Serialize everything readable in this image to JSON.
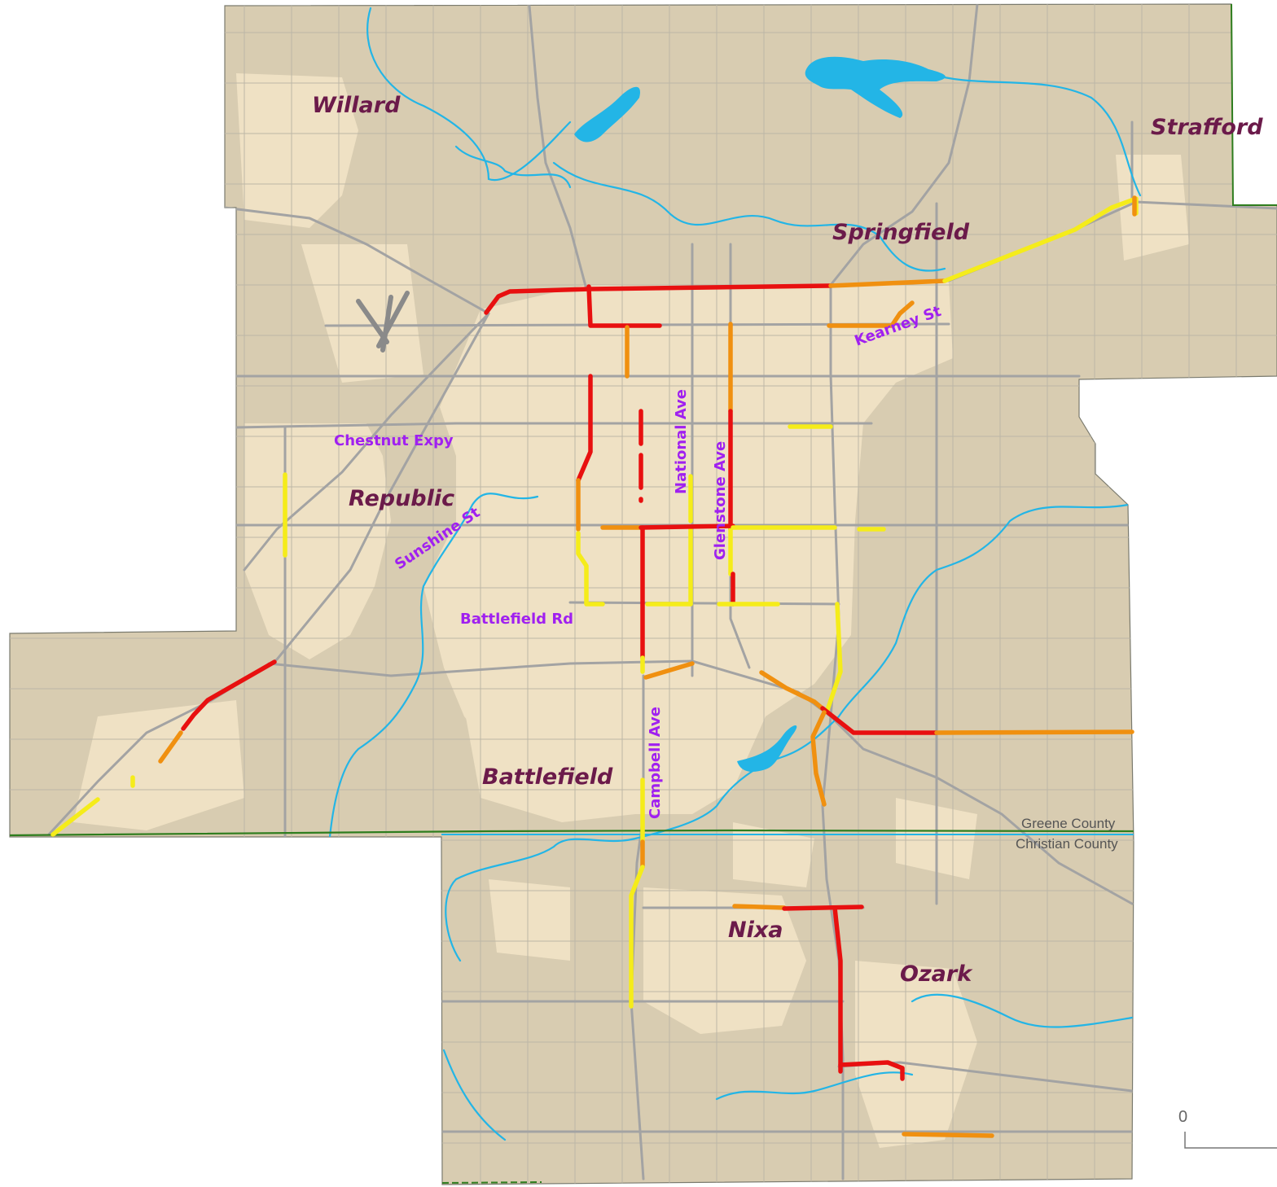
{
  "colors": {
    "terrain": "#d8ccb1",
    "urban": "#efe1c4",
    "roads": "#a3a3a3",
    "water": "#23b5e6",
    "county_line": "#2e7d1e",
    "high": "#e81010",
    "medium": "#f09010",
    "low": "#f5ec1a"
  },
  "cities": {
    "willard": "Willard",
    "strafford": "Strafford",
    "springfield": "Springfield",
    "republic": "Republic",
    "battlefield": "Battlefield",
    "nixa": "Nixa",
    "ozark": "Ozark"
  },
  "roads": {
    "chestnut": "Chestnut Expy",
    "sunshine": "Sunshine St",
    "battlefield_rd": "Battlefield Rd",
    "kearney": "Kearney St",
    "national": "National Ave",
    "glenstone": "Glenstone Ave",
    "campbell": "Campbell Ave"
  },
  "counties": {
    "greene": "Greene County",
    "christian": "Christian County"
  },
  "scale_bar": {
    "zero_label": "0"
  }
}
